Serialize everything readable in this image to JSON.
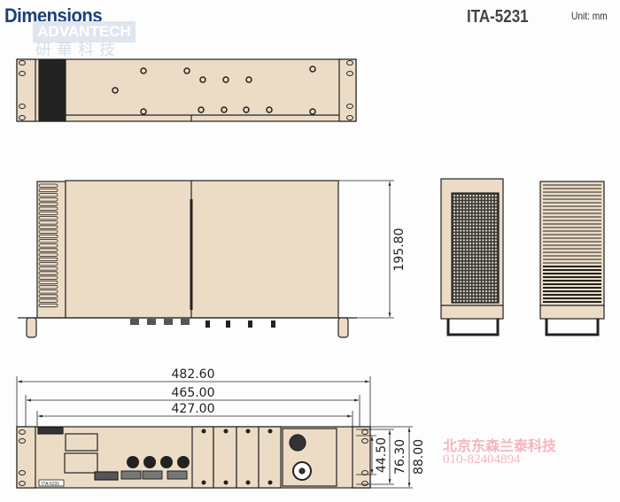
{
  "header": {
    "title": "Dimensions",
    "model": "ITA-5231",
    "unit": "Unit: mm"
  },
  "logo": {
    "brand": "ADVANTECH",
    "brand_cn": "研華科技"
  },
  "dimensions": {
    "depth": "195.80",
    "overall_width": "482.60",
    "mount_width": "465.00",
    "body_width": "427.00",
    "mount_hole_spacing": "44.50",
    "mount_height": "76.30",
    "overall_height": "88.00"
  },
  "front_panel": {
    "model_label": "ITA-5231"
  },
  "watermark": {
    "company": "北京东森兰泰科技",
    "phone": "010-82404894"
  },
  "colors": {
    "body": "#ecdcc6",
    "line": "#222222",
    "title": "#1d3f7a",
    "watermark": "#f5b5bf"
  }
}
